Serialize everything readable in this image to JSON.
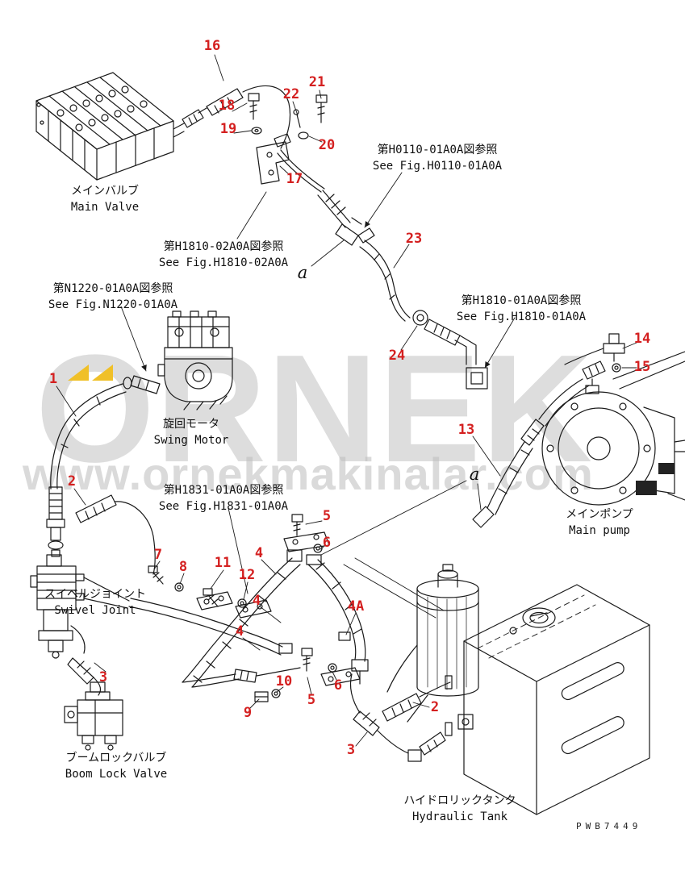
{
  "watermark": {
    "brand": "ORNEK",
    "url": "www.ornekmakinalar.com"
  },
  "colors": {
    "part_number": "#d42020",
    "line": "#1a1a1a",
    "watermark_yellow": "#f0c028",
    "watermark_gray": "#bdbdbd"
  },
  "drawing": {
    "code": "PWB7449"
  },
  "section_markers": [
    {
      "label": "a"
    },
    {
      "label": "a"
    }
  ],
  "figure_references": [
    {
      "jp": "第H0110-01A0A図参照",
      "en": "See Fig.H0110-01A0A"
    },
    {
      "jp": "第H1810-02A0A図参照",
      "en": "See Fig.H1810-02A0A"
    },
    {
      "jp": "第N1220-01A0A図参照",
      "en": "See Fig.N1220-01A0A"
    },
    {
      "jp": "第H1810-01A0A図参照",
      "en": "See Fig.H1810-01A0A"
    },
    {
      "jp": "第H1831-01A0A図参照",
      "en": "See Fig.H1831-01A0A"
    }
  ],
  "components": [
    {
      "jp": "メインバルブ",
      "en": "Main Valve"
    },
    {
      "jp": "旋回モータ",
      "en": "Swing Motor"
    },
    {
      "jp": "メインポンプ",
      "en": "Main pump"
    },
    {
      "jp": "スイベルジョイント",
      "en": "Swivel Joint"
    },
    {
      "jp": "ブームロックバルブ",
      "en": "Boom Lock Valve"
    },
    {
      "jp": "ハイドロリックタンク",
      "en": "Hydraulic Tank"
    }
  ],
  "part_numbers": [
    {
      "label": "16"
    },
    {
      "label": "18"
    },
    {
      "label": "19"
    },
    {
      "label": "22"
    },
    {
      "label": "21"
    },
    {
      "label": "20"
    },
    {
      "label": "17"
    },
    {
      "label": "23"
    },
    {
      "label": "24"
    },
    {
      "label": "14"
    },
    {
      "label": "15"
    },
    {
      "label": "13"
    },
    {
      "label": "1"
    },
    {
      "label": "2"
    },
    {
      "label": "7"
    },
    {
      "label": "8"
    },
    {
      "label": "11"
    },
    {
      "label": "12"
    },
    {
      "label": "4"
    },
    {
      "label": "5"
    },
    {
      "label": "6"
    },
    {
      "label": "4"
    },
    {
      "label": "4A"
    },
    {
      "label": "4"
    },
    {
      "label": "3"
    },
    {
      "label": "10"
    },
    {
      "label": "9"
    },
    {
      "label": "5"
    },
    {
      "label": "6"
    },
    {
      "label": "2"
    },
    {
      "label": "3"
    }
  ]
}
